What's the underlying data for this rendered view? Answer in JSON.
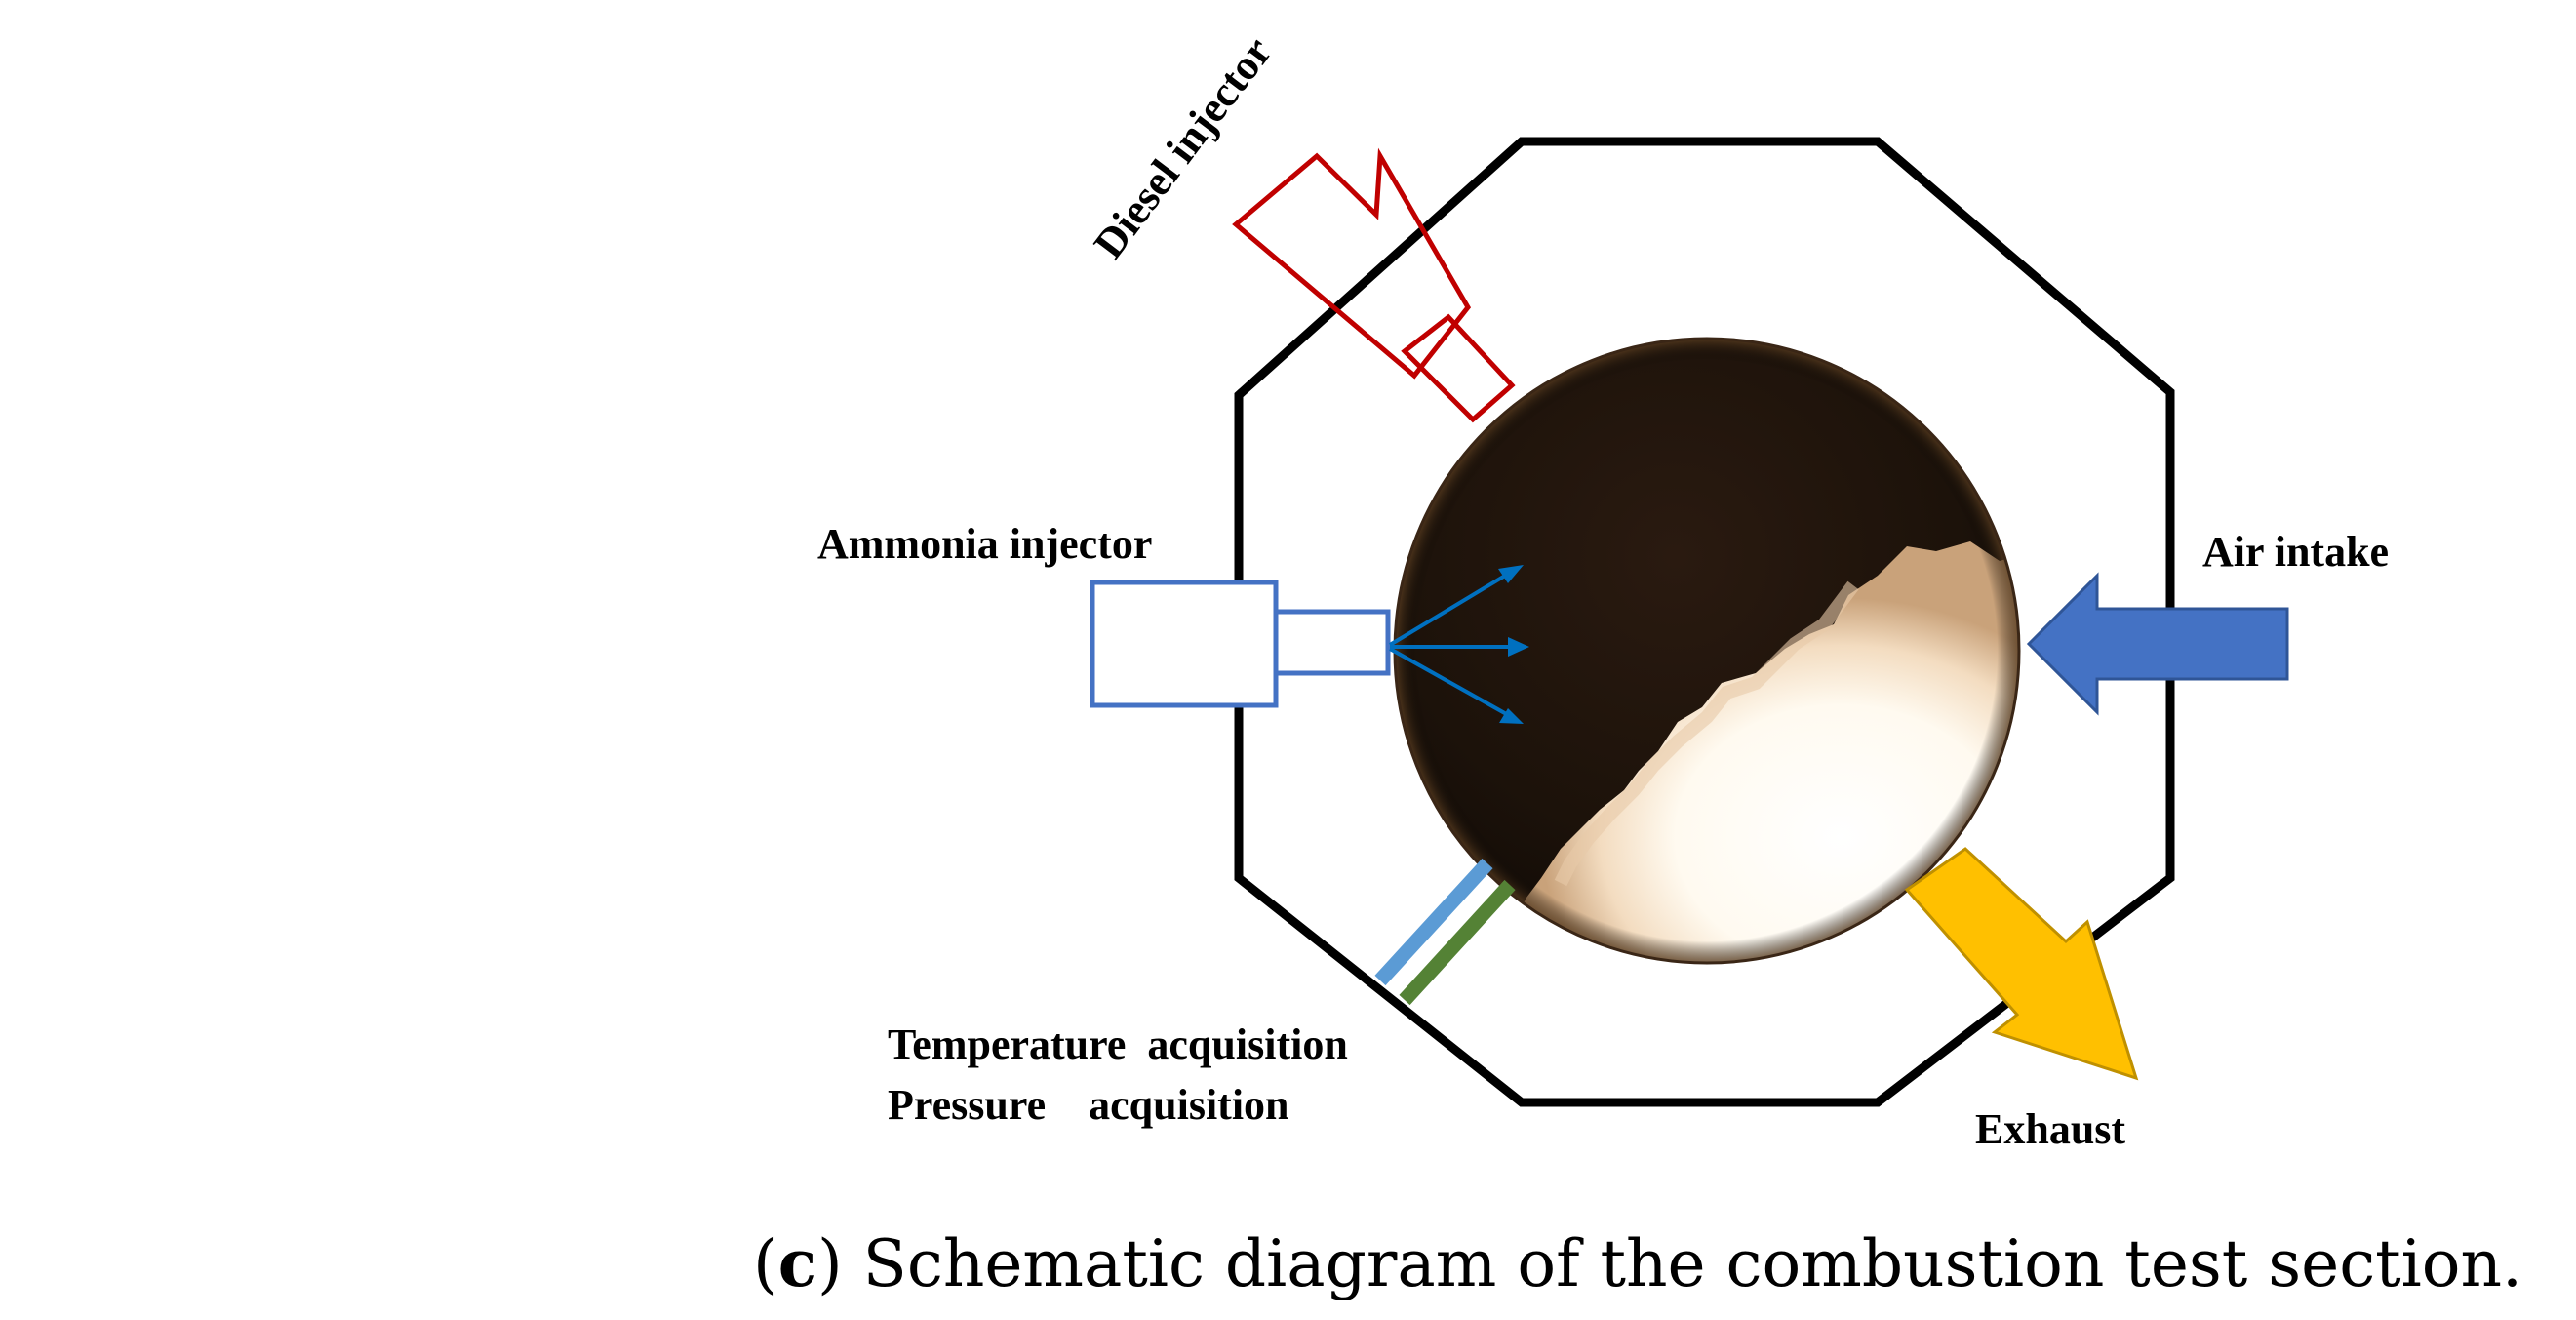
{
  "labels": {
    "diesel_injector": "Diesel injector",
    "ammonia_injector": "Ammonia injector",
    "air_intake": "Air intake",
    "temperature_acquisition": "Temperature  acquisition",
    "pressure_acquisition": "Pressure    acquisition",
    "exhaust": "Exhaust"
  },
  "caption": {
    "prefix_open": "(",
    "letter": "c",
    "prefix_close": ")",
    "text": " Schematic diagram of the combustion test section."
  },
  "colors": {
    "chamber_outline": "#000000",
    "diesel_injector": "#c00000",
    "ammonia_injector": "#4472c4",
    "spray_arrows": "#0070c0",
    "air_intake_arrow": "#4472c4",
    "exhaust_arrow": "#ffc000",
    "temperature_line": "#5b9bd5",
    "pressure_line": "#548235"
  },
  "icons": {
    "window": "combustion-photo-window",
    "air_intake": "arrow-left-icon",
    "exhaust": "arrow-down-right-icon"
  }
}
